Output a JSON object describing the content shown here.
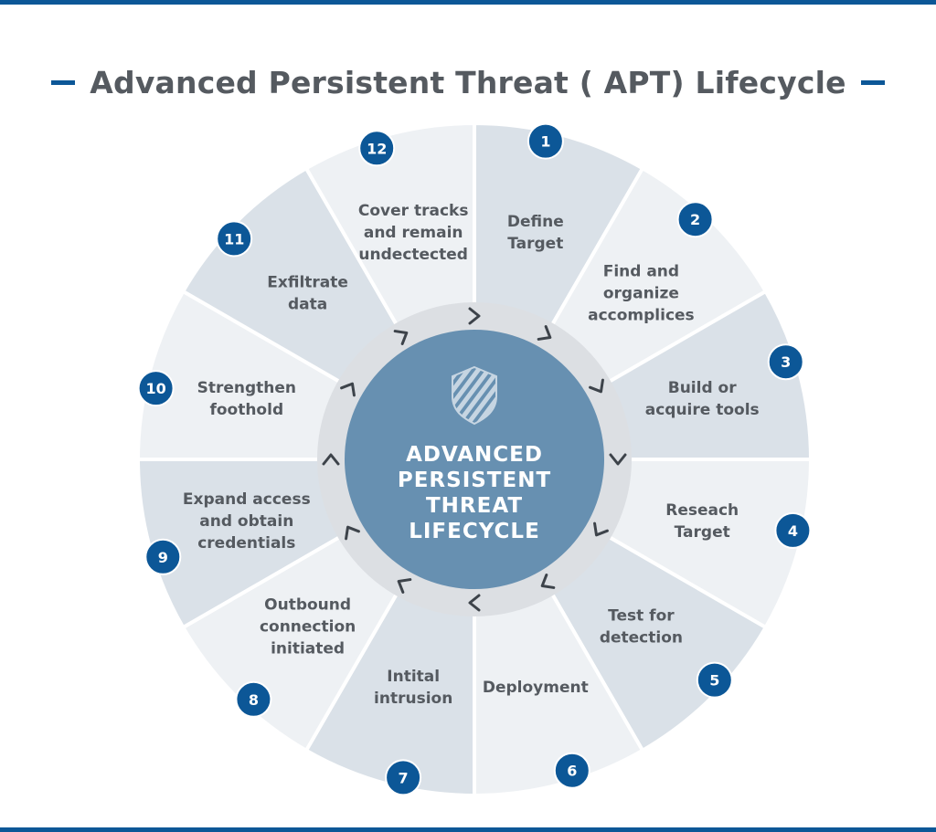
{
  "title": "Advanced Persistent Threat ( APT) Lifecycle",
  "center": {
    "lines": [
      "ADVANCED",
      "PERSISTENT",
      "THREAT",
      "LIFECYCLE"
    ],
    "icon": "shield-icon"
  },
  "colors": {
    "accent": "#0c5797",
    "segment_dark": "#dae1e8",
    "segment_light": "#eef1f4",
    "center": "#6790b1",
    "ring": "#dcdfe3",
    "text": "#555a60"
  },
  "steps": [
    {
      "number": "1",
      "lines": [
        "Define",
        "Target"
      ]
    },
    {
      "number": "2",
      "lines": [
        "Find and",
        "organize",
        "accomplices"
      ]
    },
    {
      "number": "3",
      "lines": [
        "Build or",
        "acquire tools"
      ]
    },
    {
      "number": "4",
      "lines": [
        "Reseach",
        "Target"
      ]
    },
    {
      "number": "5",
      "lines": [
        "Test for",
        "detection"
      ]
    },
    {
      "number": "6",
      "lines": [
        "Deployment"
      ]
    },
    {
      "number": "7",
      "lines": [
        "Intital",
        "intrusion"
      ]
    },
    {
      "number": "8",
      "lines": [
        "Outbound",
        "connection",
        "initiated"
      ]
    },
    {
      "number": "9",
      "lines": [
        "Expand access",
        "and obtain",
        "credentials"
      ]
    },
    {
      "number": "10",
      "lines": [
        "Strengthen",
        "foothold"
      ]
    },
    {
      "number": "11",
      "lines": [
        "Exfiltrate",
        "data"
      ]
    },
    {
      "number": "12",
      "lines": [
        "Cover tracks",
        "and remain",
        "undectected"
      ]
    }
  ]
}
